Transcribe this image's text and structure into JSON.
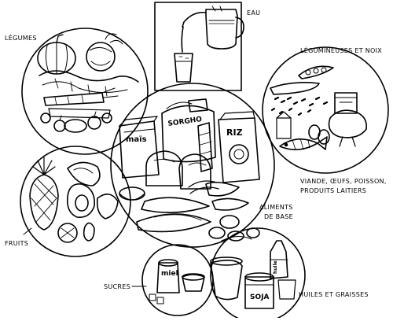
{
  "labels": {
    "eau": "EAU",
    "legumes": "LÉGUMES",
    "legumineuses": "LÉGUMINEUSES ET NOIX",
    "viande": "VIANDE, ŒUFS, POISSON,",
    "produits": "PRODUITS LAITIERS",
    "aliments": "ALIMENTS",
    "debase": "DE BASE",
    "fruits": "FRUITS",
    "sucres": "SUCRES",
    "huiles": "HUILES ET GRAISSES"
  },
  "package_text": {
    "mais": "maïs",
    "sorgho": "SORGHO",
    "riz": "RIZ",
    "miel": "miel",
    "huile": "huile",
    "soja": "SOJA"
  },
  "ink_color": "#000000",
  "paper_color": "#ffffff"
}
